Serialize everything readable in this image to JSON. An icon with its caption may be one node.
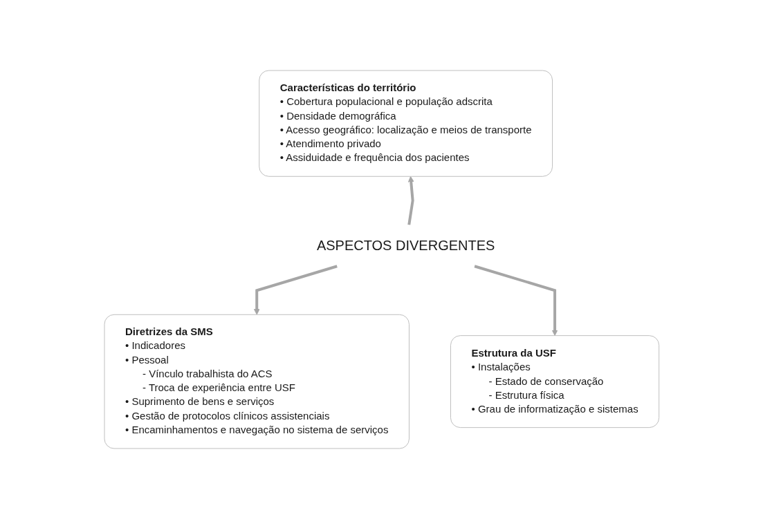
{
  "diagram": {
    "nodes": [
      {
        "text": [
          "Características do território",
          "• Cobertura populacional e população adscrita",
          "• Densidade demográfica",
          "• Acesso geográfico: localização e meios de transporte",
          "• Atendimento privado",
          "• Assiduidade e frequência dos pacientes"
        ]
      },
      {
        "text": [
          "ASPECTOS DIVERGENTES"
        ]
      },
      {
        "text": [
          "Diretrizes da SMS",
          "• Indicadores",
          "• Pessoal",
          "- Vínculo trabalhista do ACS",
          "- Troca de experiência entre USF",
          "• Suprimento de bens e serviços",
          "• Gestão de protocolos clínicos assistenciais",
          "• Encaminhamentos e navegação no sistema de serviços"
        ]
      },
      {
        "text": [
          "Estrutura da USF",
          "• Instalações",
          "- Estado de conservação",
          "- Estrutura física",
          "• Grau de informatização e sistemas"
        ]
      }
    ],
    "edges": [
      {
        "from": 1,
        "to": 0,
        "arrow": "to"
      },
      {
        "from": 1,
        "to": 2,
        "arrow": "to"
      },
      {
        "from": 1,
        "to": 3,
        "arrow": "to"
      }
    ]
  }
}
